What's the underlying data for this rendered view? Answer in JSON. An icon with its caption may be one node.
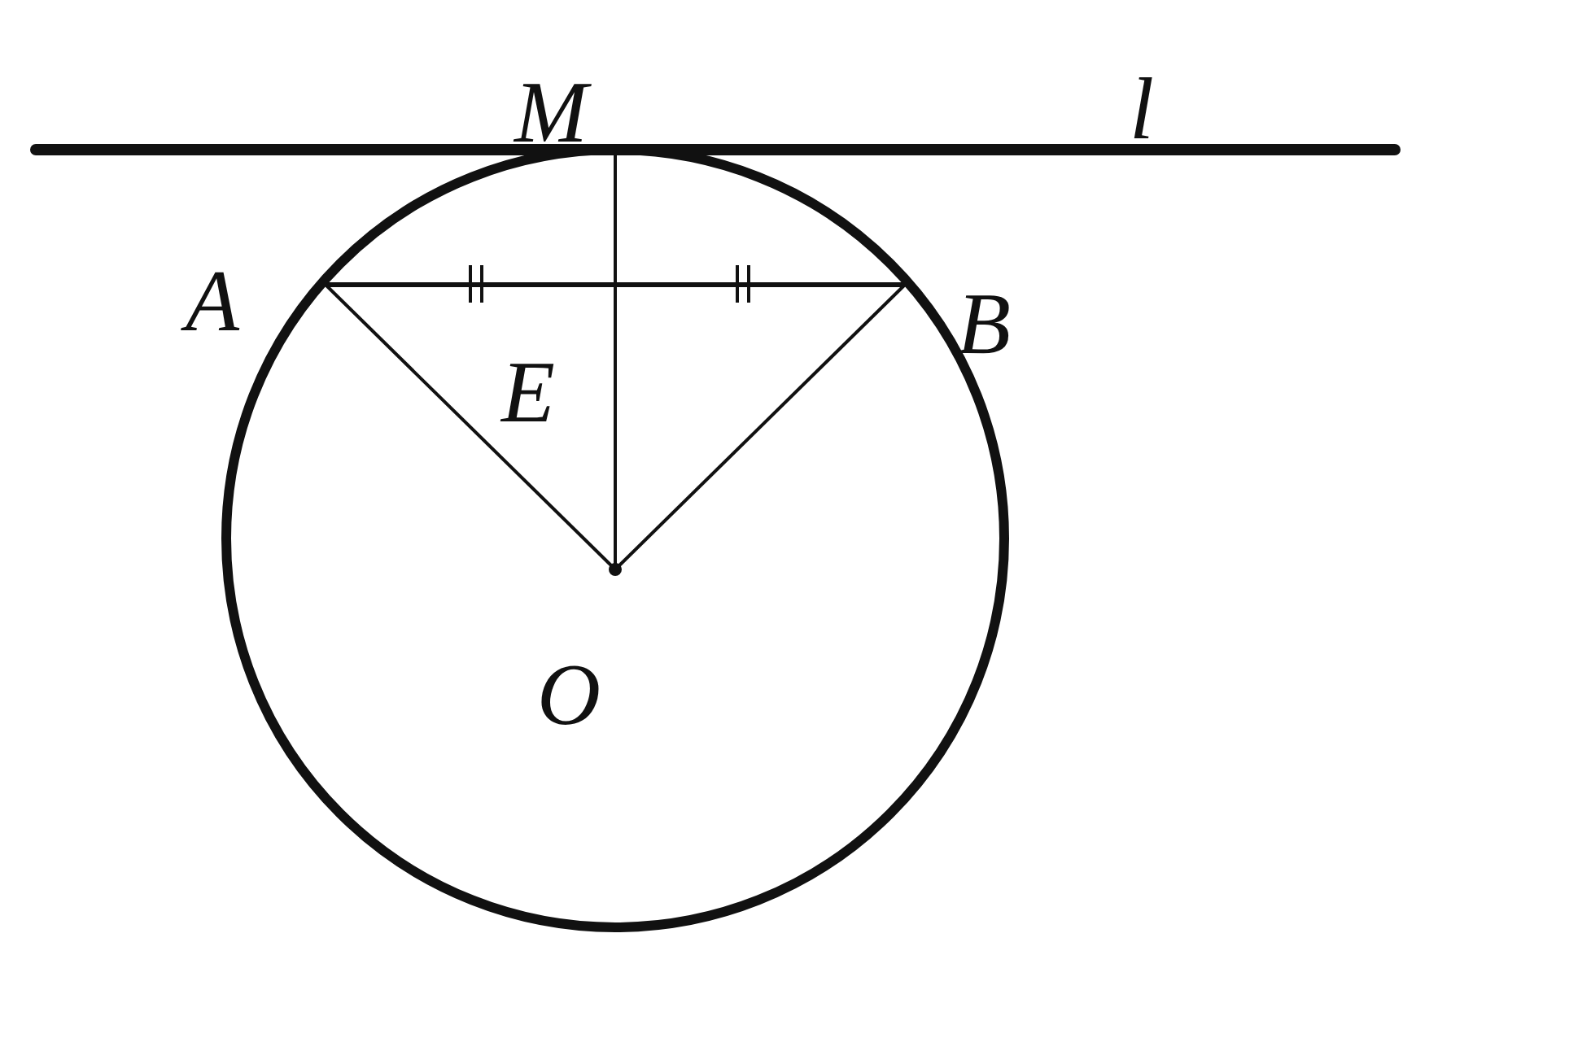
{
  "diagram": {
    "labels": [
      "M",
      "l",
      "A",
      "B",
      "E",
      "O"
    ]
  }
}
